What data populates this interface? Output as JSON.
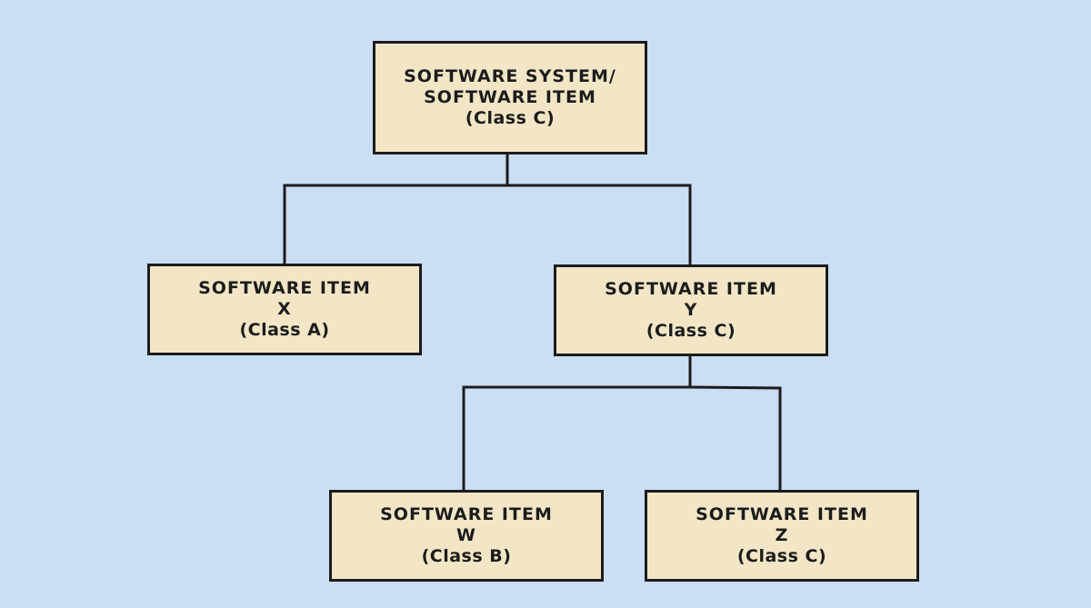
{
  "colors": {
    "background": "#cadef4",
    "box_fill": "#f2e6c6",
    "line": "#1c1c1c"
  },
  "nodes": {
    "root": {
      "line1": "SOFTWARE SYSTEM/",
      "line2": "SOFTWARE ITEM",
      "class_label": "(Class C)"
    },
    "x": {
      "title": "SOFTWARE ITEM",
      "letter": "X",
      "class_label": "(Class A)"
    },
    "y": {
      "title": "SOFTWARE ITEM",
      "letter": "Y",
      "class_label": "(Class C)"
    },
    "w": {
      "title": "SOFTWARE ITEM",
      "letter": "W",
      "class_label": "(Class B)"
    },
    "z": {
      "title": "SOFTWARE ITEM",
      "letter": "Z",
      "class_label": "(Class C)"
    }
  }
}
